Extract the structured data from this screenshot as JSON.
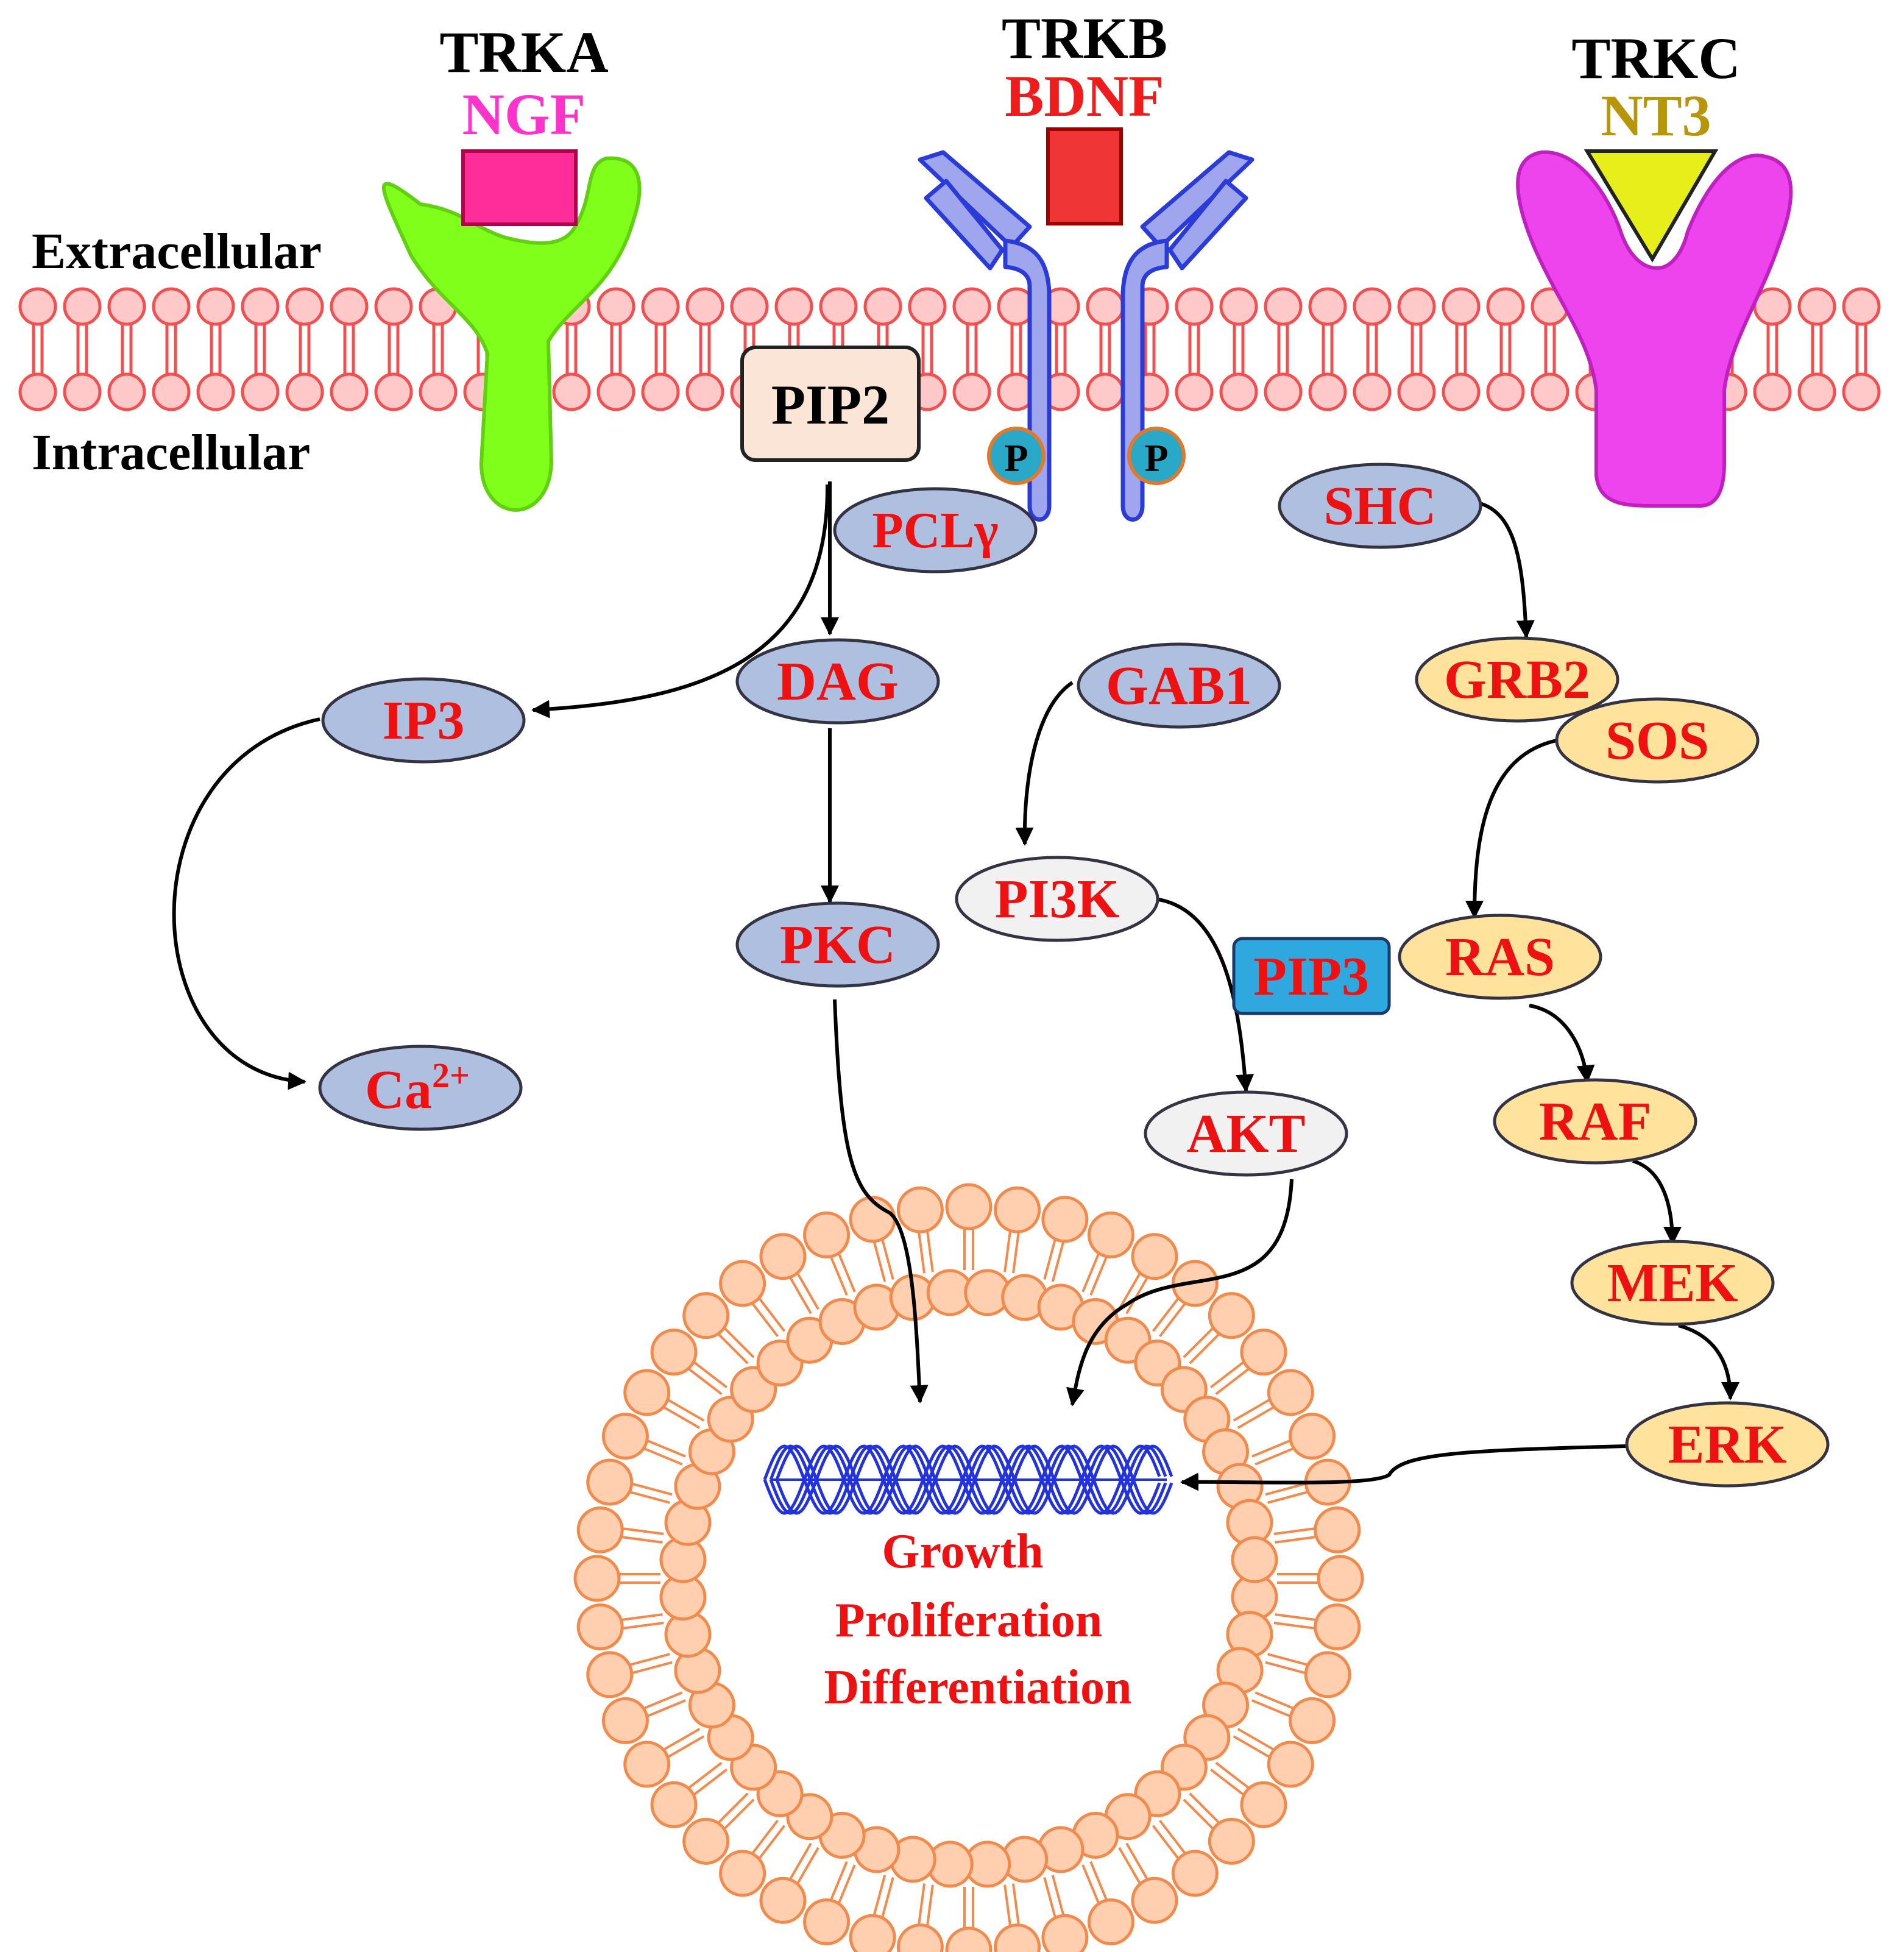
{
  "receptors": [
    {
      "id": "trka",
      "name": "TRKA",
      "ligand": "NGF",
      "ligand_color": "#ff33cc",
      "body_color": "#80ff1a",
      "ligand_fill": "#ff2d9a"
    },
    {
      "id": "trkb",
      "name": "TRKB",
      "ligand": "BDNF",
      "ligand_color": "#ee1c1c",
      "body_color": "#9fa6ee",
      "ligand_fill": "#f03535"
    },
    {
      "id": "trkc",
      "name": "TRKC",
      "ligand": "NT3",
      "ligand_color": "#b8960c",
      "body_color": "#ee44ee",
      "ligand_fill": "#e7ef1a"
    }
  ],
  "membrane": {
    "extracellular": "Extracellular",
    "intracellular": "Intracellular",
    "fill": "#ffc9c9",
    "stroke": "#f25050"
  },
  "phospho_label": "P",
  "nodes": {
    "pip2": "PIP2",
    "pclg": "PCLγ",
    "ip3": "IP3",
    "dag": "DAG",
    "pkc": "PKC",
    "ca": "Ca",
    "ca_sup": "2+",
    "gab1": "GAB1",
    "pi3k": "PI3K",
    "pip3": "PIP3",
    "akt": "AKT",
    "shc": "SHC",
    "grb2": "GRB2",
    "sos": "SOS",
    "ras": "RAS",
    "raf": "RAF",
    "mek": "MEK",
    "erk": "ERK"
  },
  "nucleus": {
    "outcomes": [
      "Growth",
      "Proliferation",
      "Differentiation"
    ],
    "fill": "#ffcfb0",
    "stroke": "#f28a4c"
  },
  "colors": {
    "node_text": "#ee1111",
    "blue_node": "#aebfe0",
    "grey_node": "#f1f1f1",
    "yellow_node": "#ffe39c",
    "pip3_fill": "#2fa8e0",
    "pip2_fill": "#fbe5d6",
    "phospho": "#2aa8c8",
    "dna": "#2233dd"
  }
}
